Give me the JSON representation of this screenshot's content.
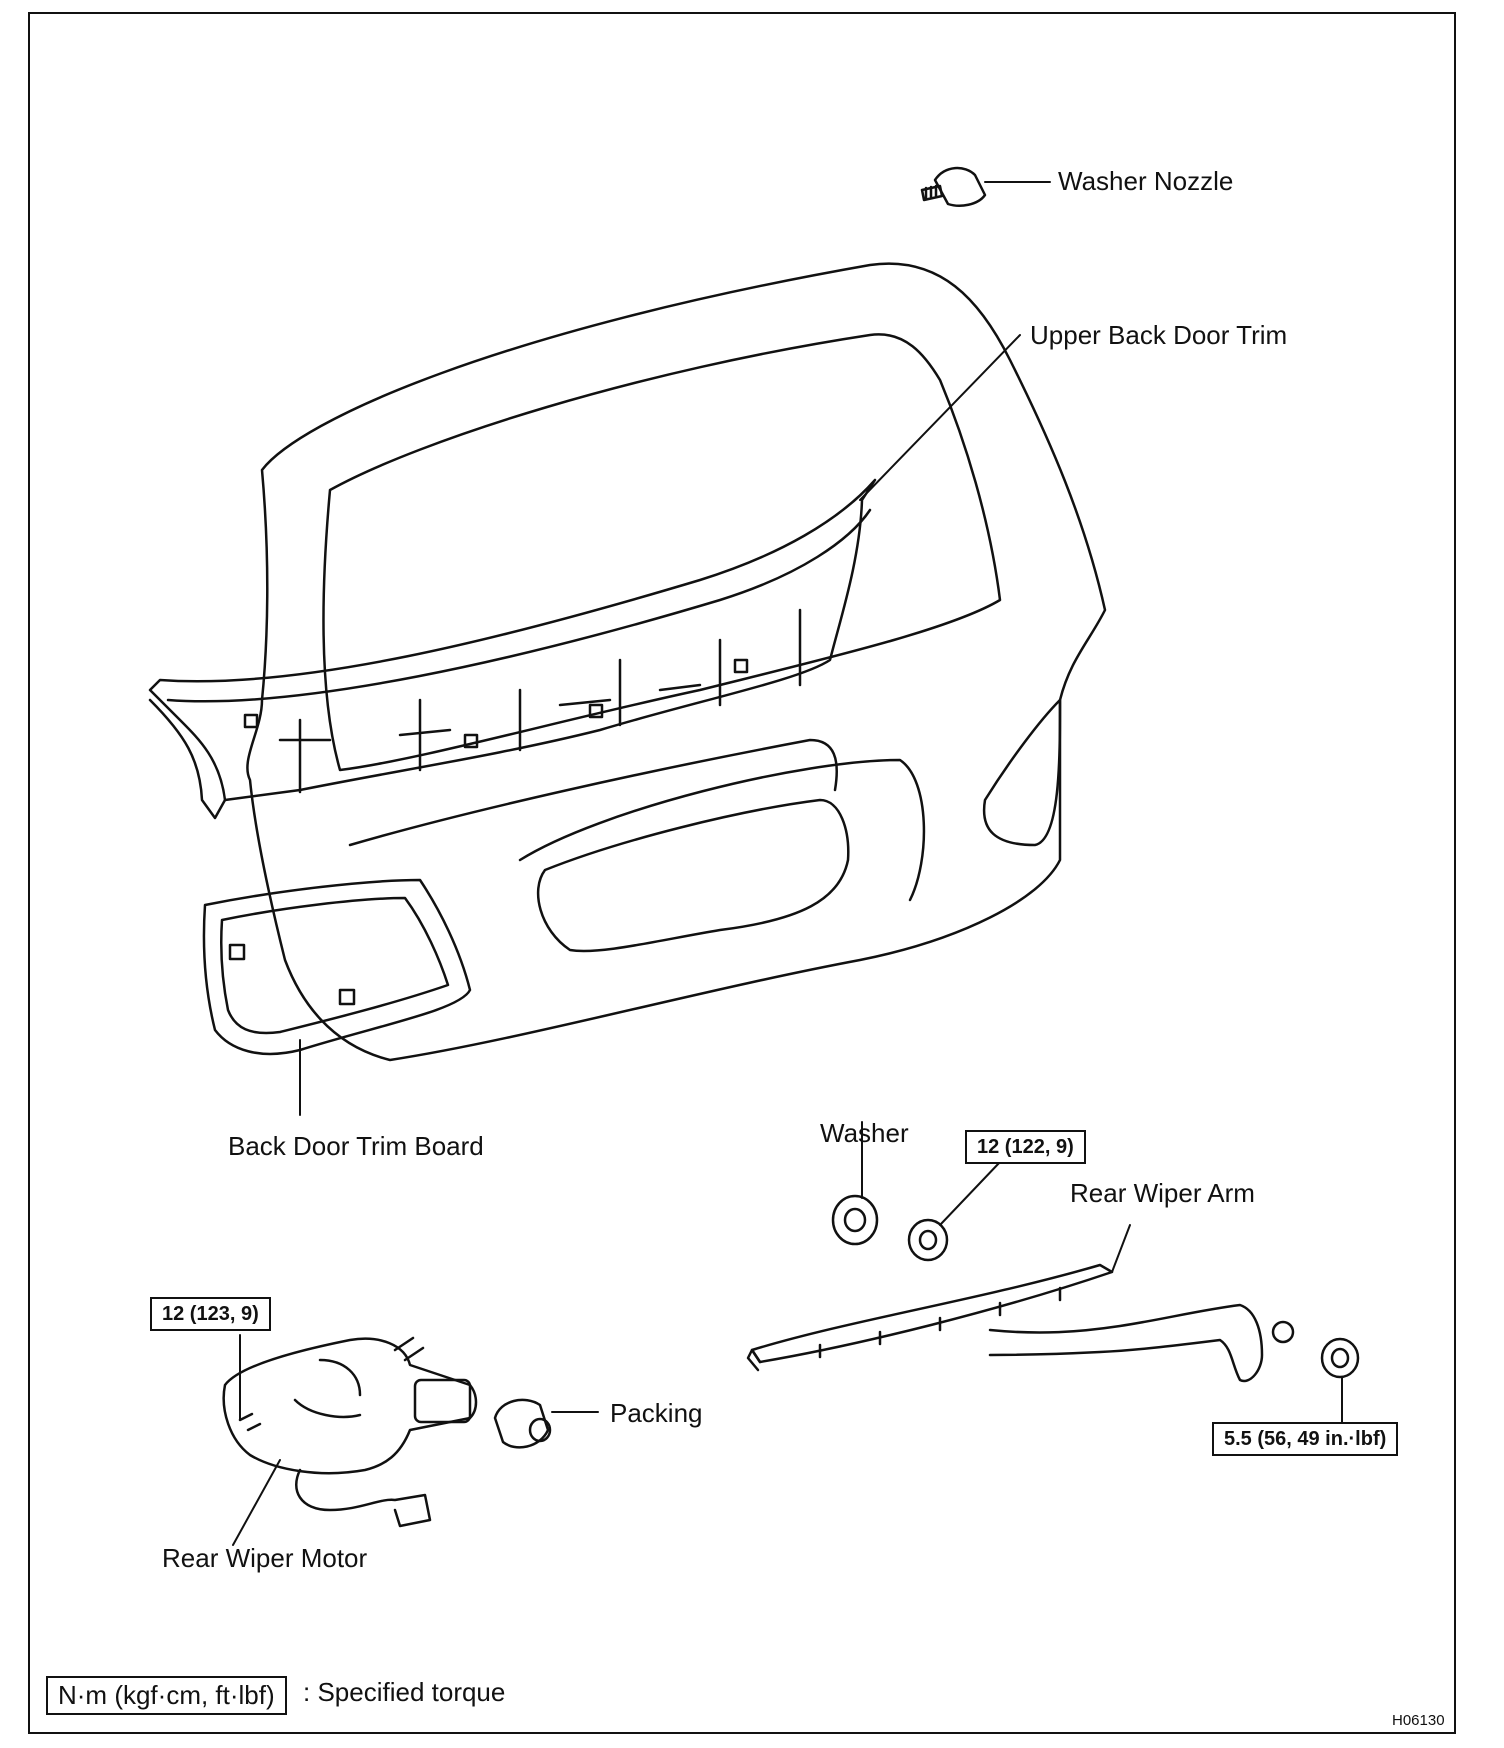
{
  "labels": {
    "washer_nozzle": "Washer Nozzle",
    "upper_back_door_trim": "Upper Back Door Trim",
    "back_door_trim_board": "Back Door Trim Board",
    "washer": "Washer",
    "rear_wiper_arm": "Rear Wiper Arm",
    "packing": "Packing",
    "rear_wiper_motor": "Rear Wiper Motor"
  },
  "torques": {
    "wiper_arm_nut": "12 (122, 9)",
    "wiper_motor_bolt": "12 (123, 9)",
    "wiper_arm_cap_nut": "5.5 (56, 49 in.·lbf)"
  },
  "legend": {
    "unit_box": "N·m (kgf·cm, ft·lbf)",
    "text": ": Specified torque"
  },
  "figure_code": "H06130"
}
